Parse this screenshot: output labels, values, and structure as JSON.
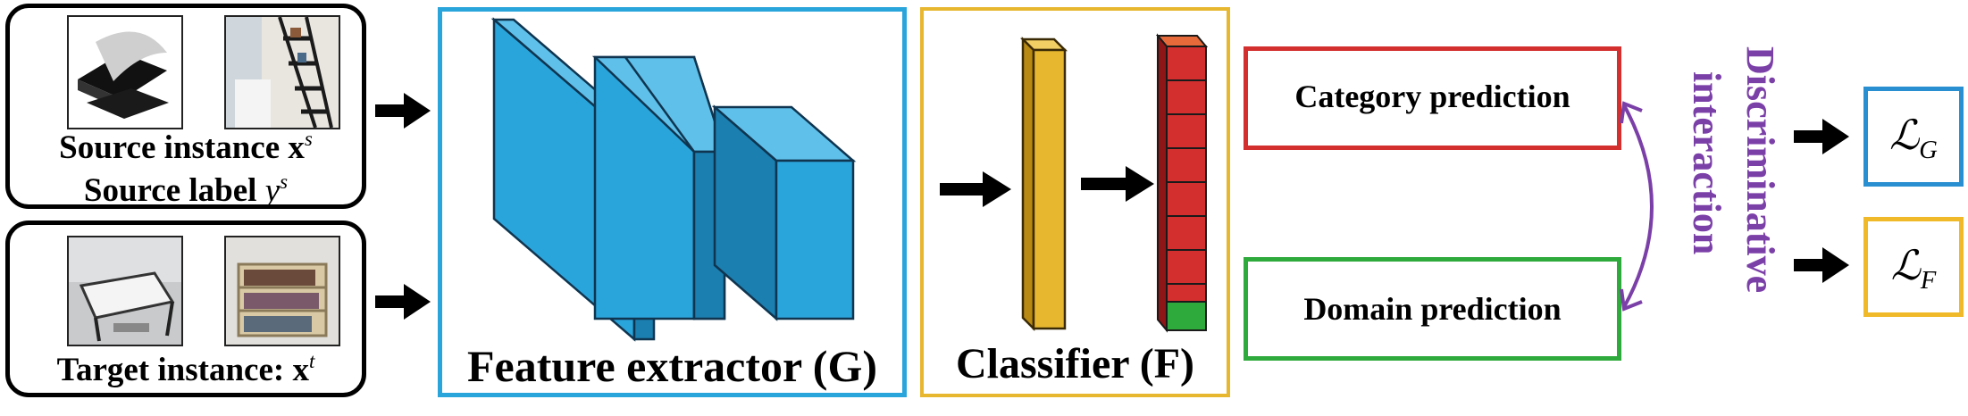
{
  "source": {
    "instance_label": "Source instance x",
    "instance_sup": "s",
    "label_text": "Source label ",
    "label_var": "y",
    "label_sup": "s"
  },
  "target": {
    "instance_label": "Target instance: x",
    "instance_sup": "t"
  },
  "feature_extractor": {
    "label": "Feature extractor (G)",
    "color": "#2aa5dc"
  },
  "classifier": {
    "label": "Classifier (F)",
    "color": "#e8b730"
  },
  "predictions": {
    "category": {
      "label": "Category prediction",
      "color": "#d32f2f"
    },
    "domain": {
      "label": "Domain prediction",
      "color": "#2eaa3c"
    }
  },
  "interaction": {
    "line1": "Discriminative",
    "line2": "interaction",
    "color": "#7b3fa8"
  },
  "losses": {
    "G": {
      "symbol": "ℒ",
      "sub": "G",
      "color": "#2a8fd0"
    },
    "F": {
      "symbol": "ℒ",
      "sub": "F",
      "color": "#f0b929"
    }
  },
  "icons": [
    "image-placeholder",
    "arrow-right-icon",
    "double-headed-arrow-icon"
  ]
}
